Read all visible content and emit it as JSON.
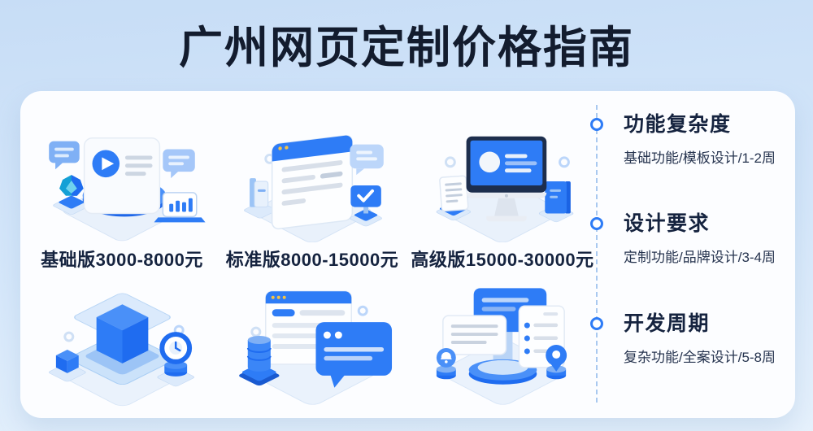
{
  "page": {
    "title": "广州网页定制价格指南"
  },
  "pricing": {
    "tiers": [
      {
        "label": "基础版3000-8000元",
        "illustration": "video-card-scene"
      },
      {
        "label": "标准版8000-15000元",
        "illustration": "browser-window-scene"
      },
      {
        "label": "高级版15000-30000元",
        "illustration": "desktop-monitor-scene"
      }
    ],
    "extra_scenes": [
      "cube-stack-scene",
      "chat-feedback-scene",
      "podium-display-scene"
    ]
  },
  "factors": {
    "items": [
      {
        "title": "功能复杂度",
        "detail": "基础功能/模板设计/1-2周"
      },
      {
        "title": "设计要求",
        "detail": "定制功能/品牌设计/3-4周"
      },
      {
        "title": "开发周期",
        "detail": "复杂功能/全案设计/5-8周"
      }
    ]
  },
  "colors": {
    "accent_blue": "#2e7cf6",
    "accent_dark": "#1f6cf0",
    "accent_light": "#7fb0f5",
    "pale_blue": "#cfe4fb",
    "title_navy": "#131c2e",
    "heading_navy": "#15233f",
    "dash_blue": "#a9c9f0",
    "card_white": "#fcfdff",
    "background_top": "#c7ddf6",
    "background_bottom": "#e6f1fc"
  }
}
